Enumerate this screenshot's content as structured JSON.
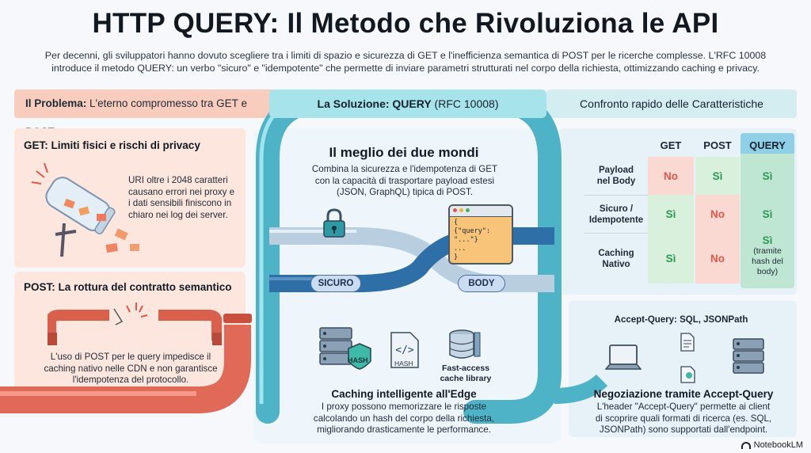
{
  "title": "HTTP QUERY: Il Metodo che Rivoluziona le API",
  "intro": {
    "line1": "Per decenni, gli sviluppatori hanno dovuto scegliere tra i limiti di spazio e sicurezza di GET e l'inefficienza semantica di POST per le ricerche complesse. L'RFC 10008",
    "line2": "introduce il metodo QUERY: un verbo \"sicuro\" e \"idempotente\" che permette di inviare parametri strutturati nel corpo della richiesta, ottimizzando caching e privacy."
  },
  "bands": {
    "left_bold": "Il Problema:",
    "left_rest": " L'eterno compromesso tra GET e POST",
    "mid_bold": "La Soluzione: QUERY",
    "mid_rest": " (RFC 10008)",
    "right": "Confronto rapido delle Caratteristiche"
  },
  "get_panel": {
    "heading": "GET: Limiti fisici e rischi di privacy",
    "lines": [
      "URI oltre i 2048 caratteri",
      "causano errori nei proxy e",
      "i dati sensibili finiscono in",
      "chiaro nei log dei server."
    ]
  },
  "post_panel": {
    "heading": "POST: La rottura del contratto semantico",
    "lines": [
      "L'uso di POST per le query impedisce il",
      "caching nativo nelle CDN e non garantisce",
      "l'idempotenza del protocollo."
    ]
  },
  "center": {
    "heading": "Il meglio dei due mondi",
    "lines": [
      "Combina la sicurezza e l'idempotenza di GET",
      "con la capacità di trasportare payload estesi",
      "(JSON, GraphQL) tipica di POST."
    ],
    "pill_safe": "SICURO",
    "pill_body": "BODY",
    "code_line1": "{\"query\": \"...\"}",
    "code_line2": "...",
    "code_brace_open": "{",
    "code_brace_close": "}",
    "hash_label_1": "HASH",
    "hash_label_2": "HASH",
    "cache_label_1": "Fast-access",
    "cache_label_2": "cache library",
    "caching_heading": "Caching intelligente all'Edge",
    "caching_lines": [
      "I proxy possono memorizzare le risposte",
      "calcolando un hash del corpo della richiesta,",
      "migliorando drasticamente le performance."
    ]
  },
  "table": {
    "columns": [
      "GET",
      "POST",
      "QUERY"
    ],
    "rows": [
      {
        "label_1": "Payload",
        "label_2": "nel Body",
        "get": "No",
        "post": "Sì",
        "query": "Sì"
      },
      {
        "label_1": "Sicuro /",
        "label_2": "Idempotente",
        "get": "Sì",
        "post": "No",
        "query": "Sì"
      },
      {
        "label_1": "Caching",
        "label_2": "Nativo",
        "get": "Sì",
        "post": "No",
        "query": "Sì"
      }
    ],
    "query_caching_note": [
      "(tramite",
      "hash del",
      "body)"
    ]
  },
  "accept_panel": {
    "top_label": "Accept-Query: SQL, JSONPath",
    "heading": "Negoziazione tramite Accept-Query",
    "lines": [
      "L'header \"Accept-Query\" permette ai client",
      "di scoprire quali formati di ricerca (es. SQL,",
      "JSONPath) sono supportati dall'endpoint."
    ]
  },
  "brand": "NotebookLM",
  "colors": {
    "problem": "#f8cdbd",
    "solution": "#a7e3ea",
    "no": "#e0584a",
    "si": "#2a9a52",
    "pipe": "#5fc7d6",
    "pipe_red": "#f07865"
  }
}
